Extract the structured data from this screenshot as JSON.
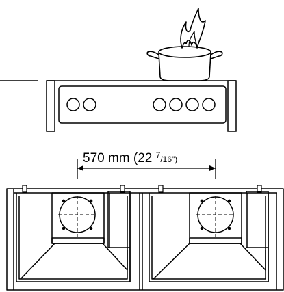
{
  "dimension": {
    "value": "570 mm (22",
    "fraction_numerator": "7",
    "fraction_denominator": "/16\")"
  },
  "colors": {
    "stroke": "#000000",
    "background": "#ffffff",
    "hatch": "#000000"
  }
}
